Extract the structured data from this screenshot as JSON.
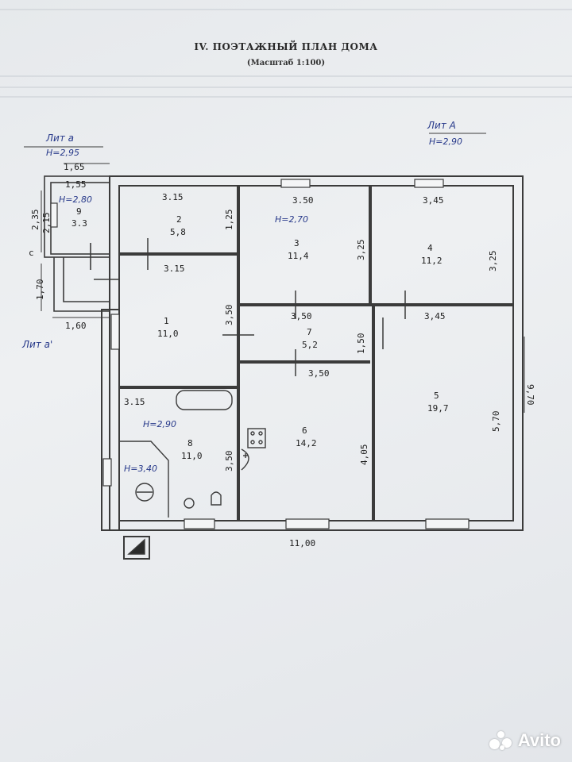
{
  "header": {
    "title": "IV. ПОЭТАЖНЫЙ ПЛАН ДОМА",
    "scale": "(Масштаб 1:100)"
  },
  "annotations": {
    "lit_a_small": "Лит а",
    "lit_a_small_height": "Н=2,95",
    "lit_A": "Лит А",
    "lit_A_height": "Н=2,90",
    "lit_a1": "Лит а'"
  },
  "rooms": [
    {
      "num": "1",
      "area": "11,0"
    },
    {
      "num": "2",
      "area": "5,8"
    },
    {
      "num": "3",
      "area": "11,4"
    },
    {
      "num": "4",
      "area": "11,2"
    },
    {
      "num": "5",
      "area": "19,7"
    },
    {
      "num": "6",
      "area": "14,2"
    },
    {
      "num": "7",
      "area": "5,2"
    },
    {
      "num": "8",
      "area": "11,0"
    },
    {
      "num": "9",
      "area": "3.3"
    }
  ],
  "heights": {
    "room9": "Н=2,80",
    "room3": "Н=2,70",
    "room8": "Н=2,90",
    "boiler": "Н=3,40"
  },
  "dimensions": {
    "d_165": "1,65",
    "d_155": "1,55",
    "d_235": "2,35",
    "d_215": "2,15",
    "d_170": "1,70",
    "d_160": "1,60",
    "d_315a": "3.15",
    "d_315b": "3.15",
    "d_315c": "3.15",
    "d_125": "1,25",
    "d_350top": "3.50",
    "d_345top": "3,45",
    "d_325a": "3,25",
    "d_325b": "3,25",
    "d_350mid": "3,50",
    "d_350v": "3,50",
    "d_345mid": "3,45",
    "d_150": "1,50",
    "d_350low": "3,50",
    "d_350v2": "3,50",
    "d_405": "4,05",
    "d_570": "5,70",
    "d_970": "9,70",
    "d_1100": "11,00",
    "d_c": "с"
  },
  "watermark": {
    "brand": "Avito"
  }
}
